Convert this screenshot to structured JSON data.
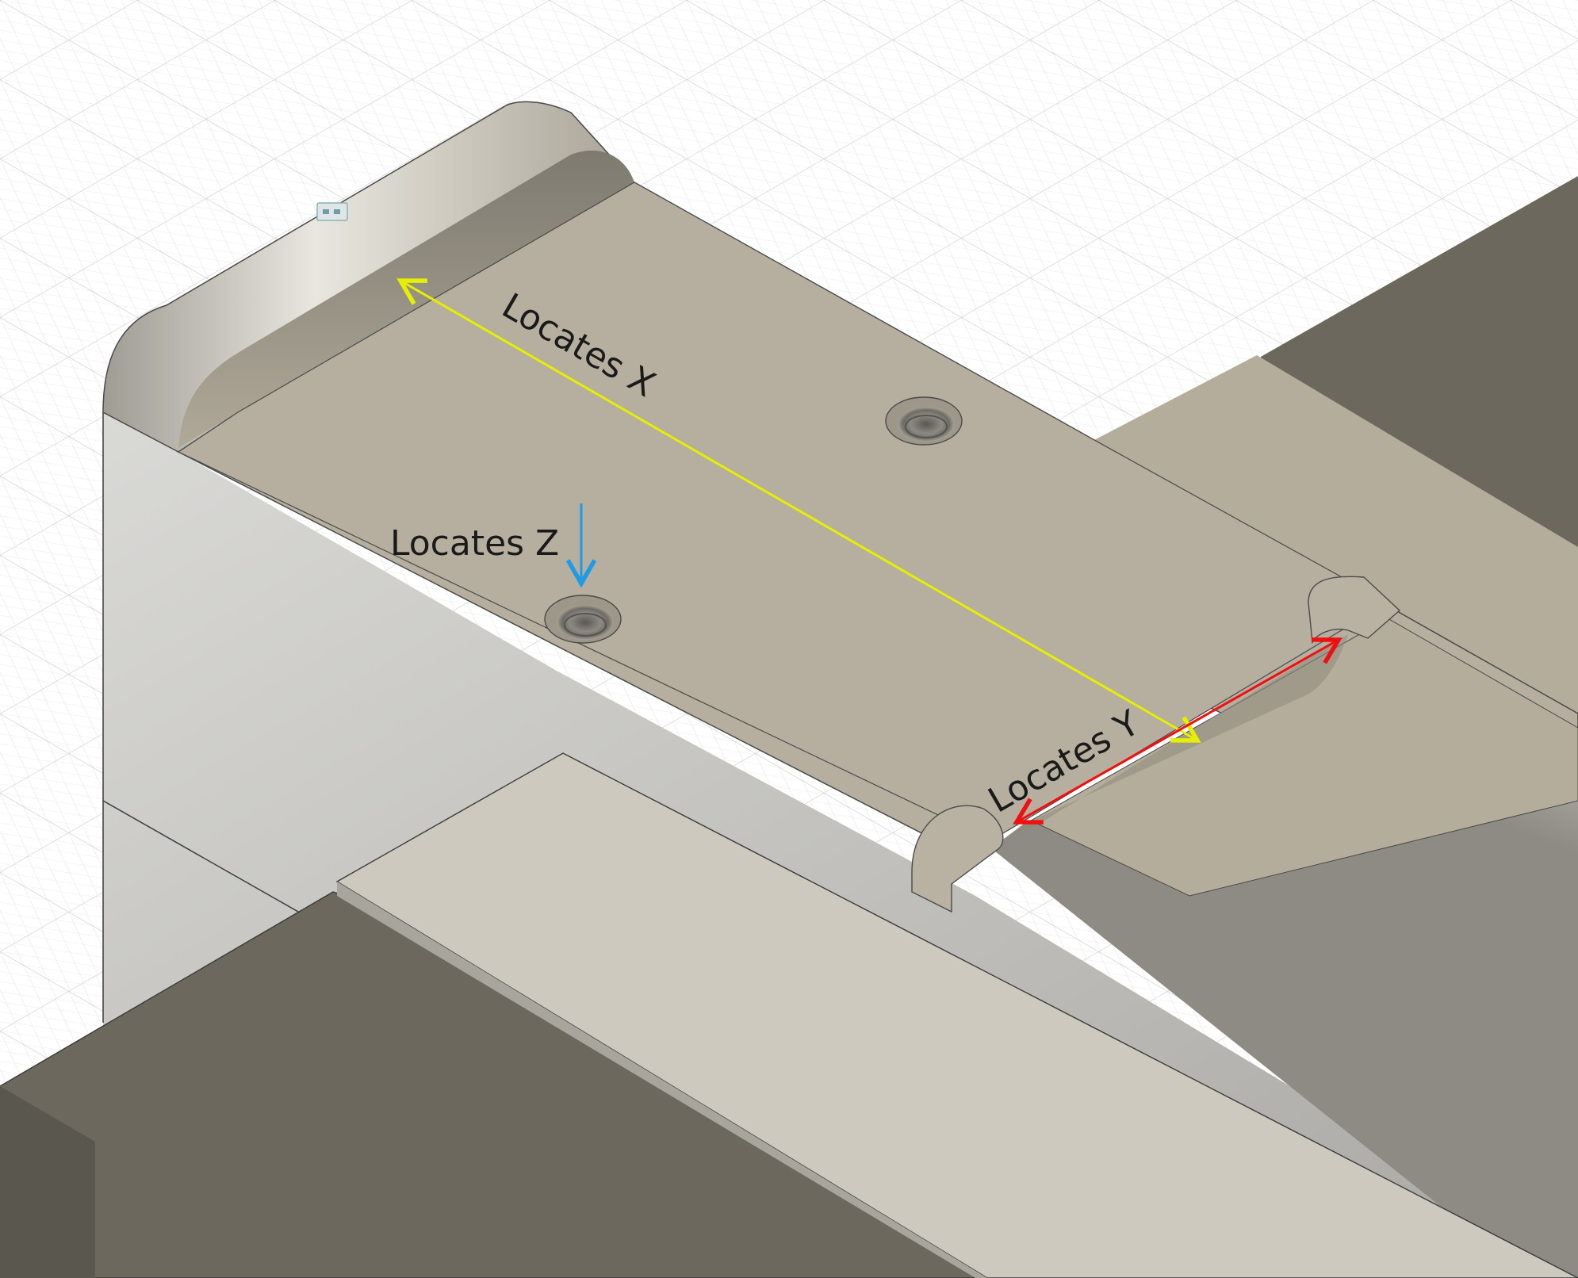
{
  "annotations": {
    "x_label": "Locates X",
    "y_label": "Locates Y",
    "z_label": "Locates Z"
  },
  "colors": {
    "x_arrow": "#e6ef00",
    "y_arrow": "#f01010",
    "z_arrow": "#1e9be6",
    "part_top": "#b5ad9e",
    "part_side_light": "#c6c5c1",
    "dark_block": "#6b675d",
    "grid": "#d4d4d4"
  },
  "icons": [
    "viewcube-icon"
  ]
}
